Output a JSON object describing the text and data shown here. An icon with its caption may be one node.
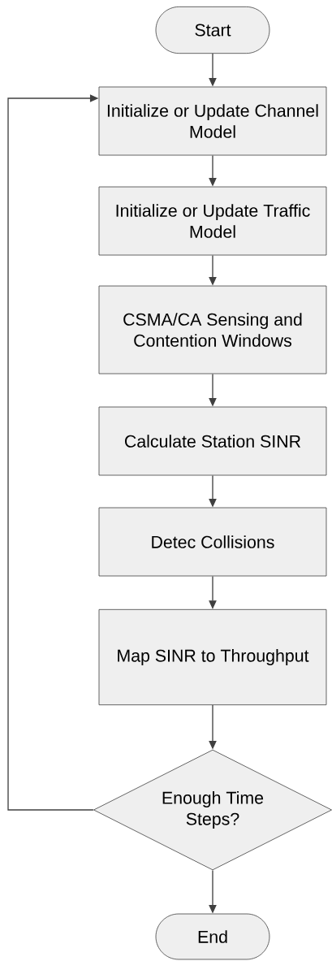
{
  "diagram": {
    "nodes": [
      {
        "text": [
          "Start"
        ]
      },
      {
        "text": [
          "Initialize or Update Channel Model"
        ]
      },
      {
        "text": [
          "Initialize or Update Traffic Model"
        ]
      },
      {
        "text": [
          "CSMA/CA Sensing and Contention Windows"
        ]
      },
      {
        "text": [
          "Calculate Station SINR"
        ]
      },
      {
        "text": [
          "Detec Collisions"
        ]
      },
      {
        "text": [
          "Map SINR to Throughput"
        ]
      },
      {
        "text": [
          "Enough Time Steps?"
        ]
      },
      {
        "text": [
          "End"
        ]
      }
    ],
    "edges": [
      {
        "from": 0,
        "to": 1,
        "arrow": "to"
      },
      {
        "from": 1,
        "to": 2,
        "arrow": "to"
      },
      {
        "from": 2,
        "to": 3,
        "arrow": "to"
      },
      {
        "from": 3,
        "to": 4,
        "arrow": "to"
      },
      {
        "from": 4,
        "to": 5,
        "arrow": "to"
      },
      {
        "from": 5,
        "to": 6,
        "arrow": "to"
      },
      {
        "from": 6,
        "to": 7,
        "arrow": "to"
      },
      {
        "from": 7,
        "to": 8,
        "arrow": "to"
      },
      {
        "from": 7,
        "to": 1,
        "arrow": "to"
      }
    ]
  }
}
